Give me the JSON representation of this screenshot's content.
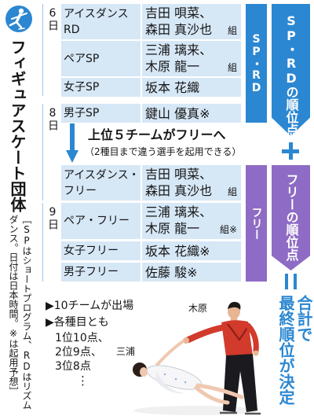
{
  "header": {
    "title": "フィギュアスケート団体",
    "icon": "figure-skater-icon"
  },
  "note": {
    "line1": "［SPはショートプログラム、RDはリズム",
    "line2": "ダンス。日付は日本時間。※は起用予想］"
  },
  "dates": [
    "6日",
    "8日",
    "9日"
  ],
  "rows": [
    {
      "event": [
        "アイスダンス",
        "RD"
      ],
      "names": [
        "吉田 唄菜、",
        "森田 真沙也"
      ],
      "suffix": "組"
    },
    {
      "event": [
        "ペアSP"
      ],
      "names": [
        "三浦 璃来、",
        "木原 龍一"
      ],
      "suffix": "組"
    },
    {
      "event": [
        "女子SP"
      ],
      "names": [
        "坂本 花織"
      ]
    },
    {
      "event": [
        "男子SP"
      ],
      "names": [
        "鍵山 優真※"
      ]
    },
    {
      "event": [
        "アイスダンス・",
        "フリー"
      ],
      "names": [
        "吉田 唄菜、",
        "森田 真沙也"
      ],
      "suffix": "組"
    },
    {
      "event": [
        "ペア・フリー"
      ],
      "names": [
        "三浦 璃来、",
        "木原 龍一"
      ],
      "suffix": "組※"
    },
    {
      "event": [
        "女子フリー"
      ],
      "names": [
        "坂本 花織※"
      ]
    },
    {
      "event": [
        "男子フリー"
      ],
      "names": [
        "佐藤 駿※"
      ]
    }
  ],
  "transition": {
    "main": "上位５チームがフリーへ",
    "sub": "（2種目まで違う選手を起用できる）"
  },
  "scoring": {
    "sp_band": "SP・RD",
    "sp_points": "SP・RDの順位点",
    "free_band": "フリー",
    "free_points": "フリーの順位点",
    "result": [
      "合計で",
      "最終順位が決定"
    ]
  },
  "notes": {
    "teams": "▶10チームが出場",
    "points_intro": "▶各種目とも",
    "points": [
      "1位10点、",
      "2位9点、",
      "3位8点",
      "⋮"
    ]
  },
  "photo": {
    "label_male": "木原",
    "label_female": "三浦"
  },
  "colors": {
    "blue": "#2b87d1",
    "purple": "#8e6bc4",
    "cell": "#d6e7f6"
  }
}
